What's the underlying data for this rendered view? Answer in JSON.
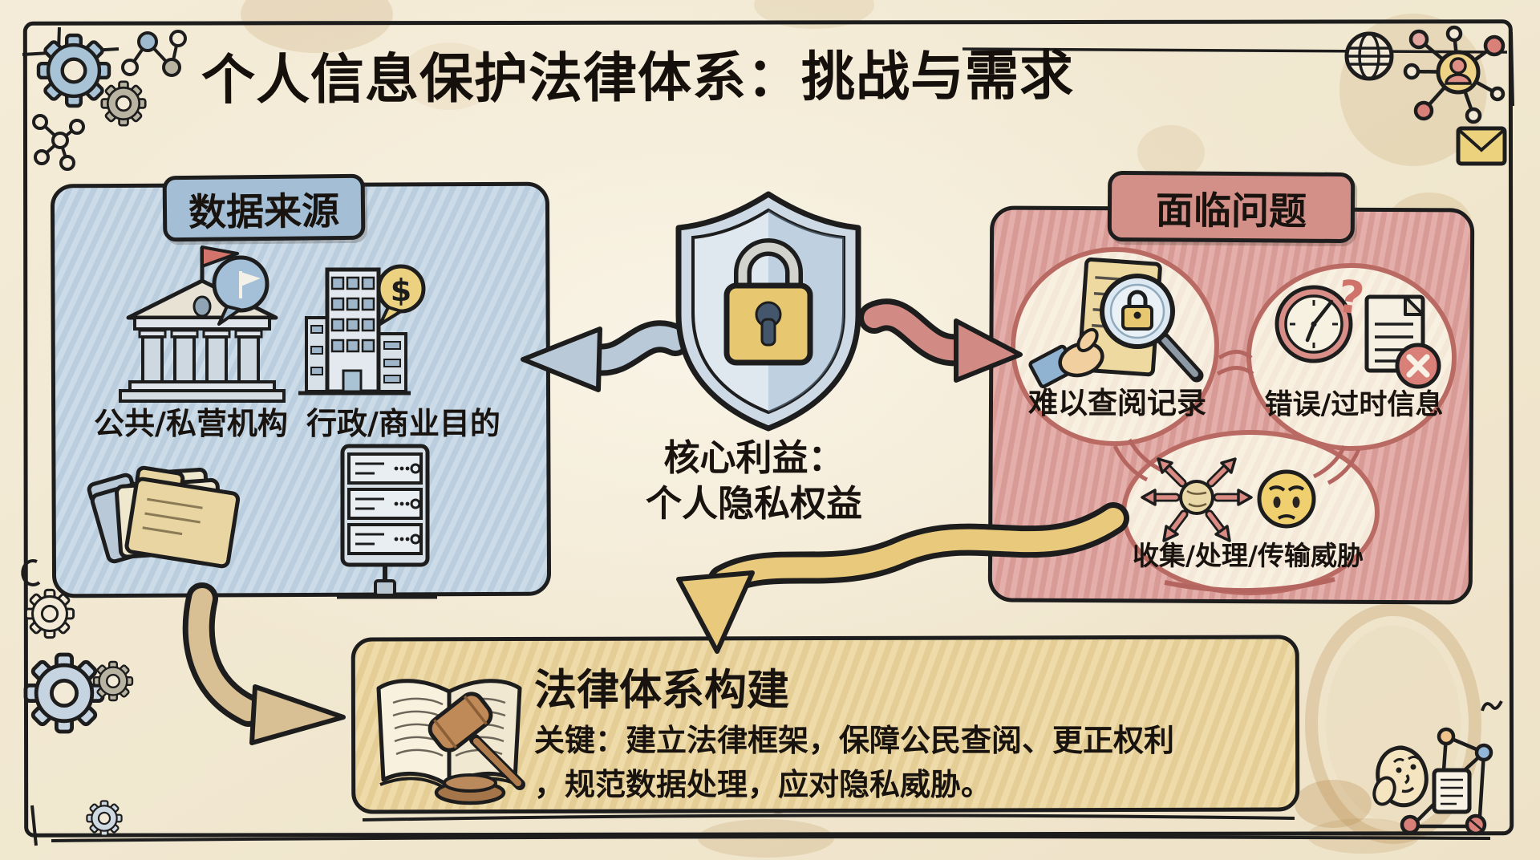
{
  "title": "个人信息保护法律体系：挑战与需求",
  "left_panel": {
    "header": "数据来源",
    "items": [
      {
        "icon": "government-building-icon",
        "label": "公共/私营机构"
      },
      {
        "icon": "office-buildings-icon",
        "label": "行政/商业目的"
      },
      {
        "icon": "folders-icon",
        "label": ""
      },
      {
        "icon": "server-icon",
        "label": ""
      }
    ]
  },
  "center": {
    "icon": "shield-lock-icon",
    "caption_line1": "核心利益：",
    "caption_line2": "个人隐私权益"
  },
  "right_panel": {
    "header": "面临问题",
    "bubbles": [
      {
        "icon": "document-magnifier-lock-icon",
        "label": "难以查阅记录"
      },
      {
        "icon": "clock-question-invalid-doc-icon",
        "label": "错误/过时信息"
      },
      {
        "icon": "spread-arrows-worried-face-icon",
        "label": "收集/处理/传输威胁"
      }
    ]
  },
  "bottom_panel": {
    "title": "法律体系构建",
    "body_line1": "关键：建立法律框架，保障公民查阅、更正权利",
    "body_line2": "，规范数据处理，应对隐私威胁。"
  },
  "glyphs": {
    "dollar": "$",
    "question": "?"
  },
  "colors": {
    "paper": "#f3ead6",
    "ink": "#1d1d1d",
    "panel_blue": "#cbdae7",
    "panel_red": "#e2aba6",
    "panel_yellow": "#ecd9a5",
    "badge_blue": "#a4bfd5",
    "badge_red": "#d29089",
    "bubble_border": "#b96a63",
    "lock_gold": "#e7c76f",
    "arrow_blue": "#b9c9d8",
    "arrow_red": "#d28b84",
    "arrow_yellow": "#e9c97c",
    "arrow_tan": "#d9bf94"
  }
}
